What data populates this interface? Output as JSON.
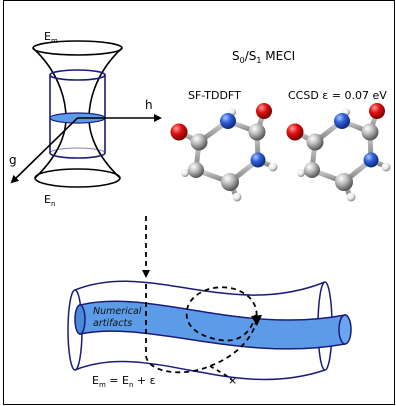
{
  "cone": {
    "top_label": "E",
    "top_sub": "m",
    "bottom_label": "E",
    "bottom_sub": "n",
    "axis_h": "h",
    "axis_g": "g"
  },
  "header": {
    "s0": "S",
    "s0_sub": "0",
    "slash": "/S",
    "s1_sub": "1",
    "meci": " MECI"
  },
  "methods": {
    "left": "SF-TDDFT",
    "right": "CCSD  ε = 0.07 eV"
  },
  "tube": {
    "artifact_line1": "Numerical",
    "artifact_line2": "artifacts",
    "eq_e": "E",
    "eq_sub_m": "m",
    "eq_mid": " = E",
    "eq_sub_n": "n",
    "eq_tail": " + ε",
    "cross_mark": "×"
  },
  "colors": {
    "panel_border": "#000000",
    "dark_blue": "#1b1b7a",
    "light_blue": "#5b9be8",
    "oxygen_red": "#e01010",
    "nitrogen_blue": "#2f5fd8",
    "carbon_gray": "#9a9a9a"
  }
}
